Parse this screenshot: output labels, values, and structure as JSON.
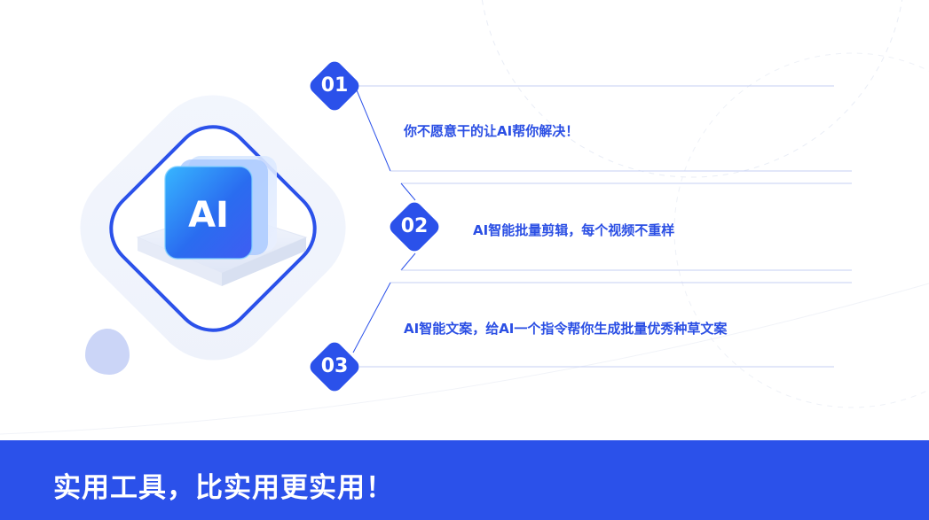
{
  "illustration": {
    "logo_text": "AI"
  },
  "items": [
    {
      "number": "01",
      "text": "你不愿意干的让AI帮你解决！"
    },
    {
      "number": "02",
      "text": "AI智能批量剪辑，每个视频不重样"
    },
    {
      "number": "03",
      "text": "AI智能文案，给AI一个指令帮你生成批量优秀种草文案"
    }
  ],
  "footer": {
    "slogan": "实用工具，比实用更实用！"
  },
  "colors": {
    "primary": "#2b51ea",
    "text_accent": "#2b4fe4",
    "light_bg": "#f0f3fc"
  }
}
